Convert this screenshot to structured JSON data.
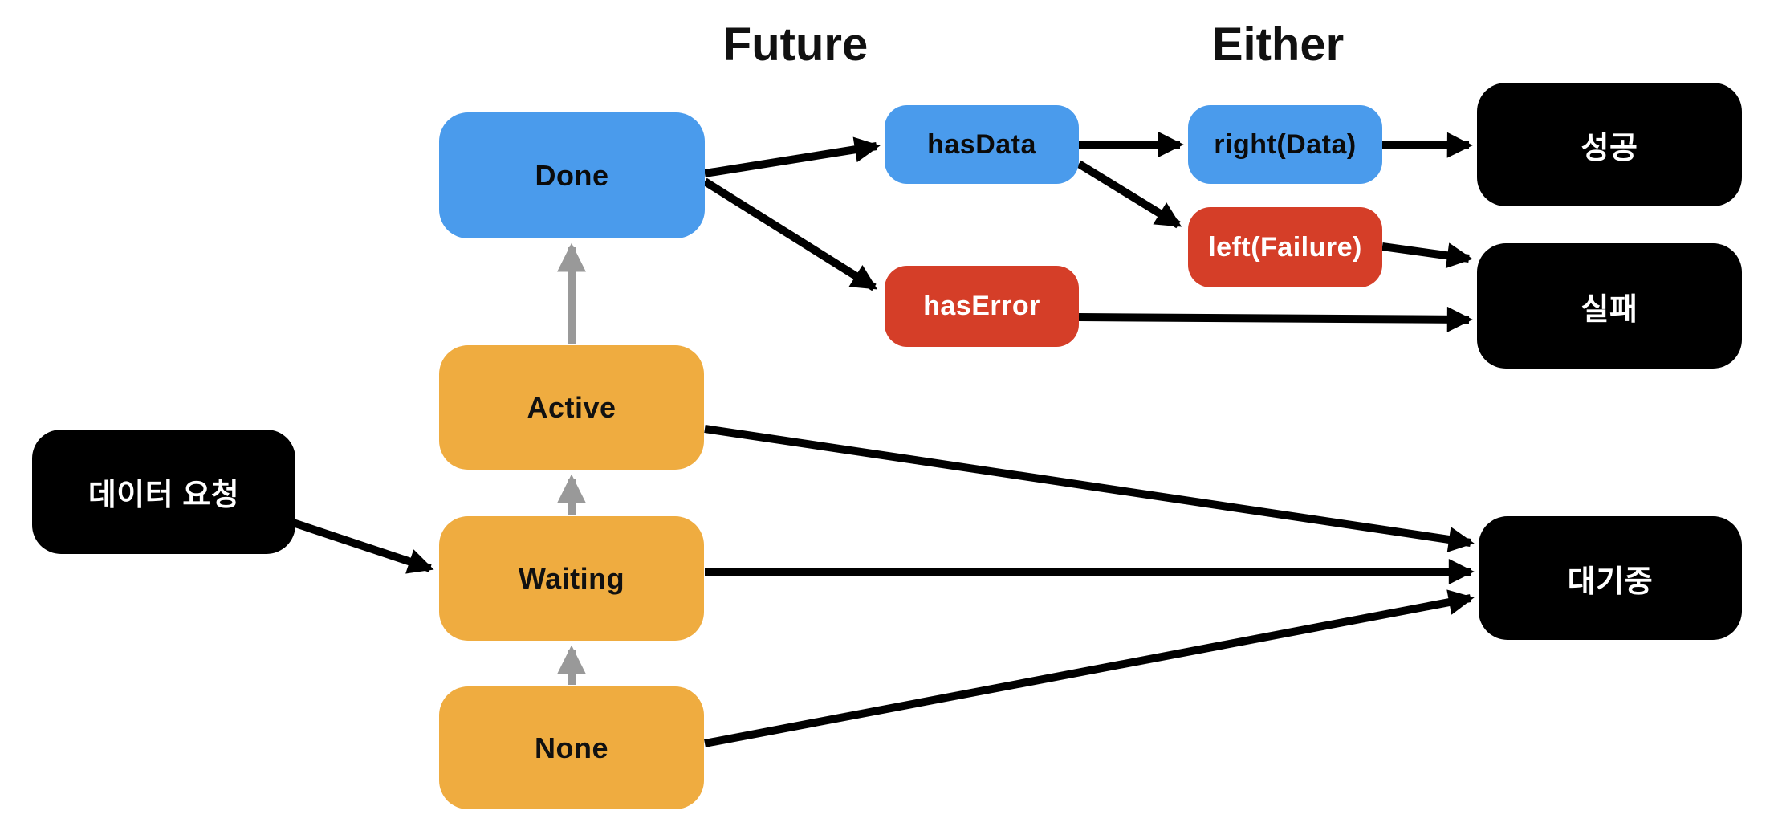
{
  "diagram": {
    "titles": {
      "future": "Future",
      "either": "Either"
    },
    "nodes": {
      "request": {
        "label": "데이터 요청",
        "color": "#000000",
        "text_color": "#ffffff"
      },
      "done": {
        "label": "Done",
        "color": "#4a9bec",
        "text_color": "#0b0b0b"
      },
      "active": {
        "label": "Active",
        "color": "#efac40",
        "text_color": "#111111"
      },
      "waiting": {
        "label": "Waiting",
        "color": "#efac40",
        "text_color": "#111111"
      },
      "none": {
        "label": "None",
        "color": "#efac40",
        "text_color": "#111111"
      },
      "hasdata": {
        "label": "hasData",
        "color": "#4a9bec",
        "text_color": "#0b0b0b"
      },
      "haserror": {
        "label": "hasError",
        "color": "#d53e28",
        "text_color": "#ffffff"
      },
      "rightdata": {
        "label": "right(Data)",
        "color": "#4a9bec",
        "text_color": "#0b0b0b"
      },
      "leftfailure": {
        "label": "left(Failure)",
        "color": "#d53e28",
        "text_color": "#ffffff"
      },
      "success": {
        "label": "성공",
        "color": "#000000",
        "text_color": "#ffffff"
      },
      "failure": {
        "label": "실패",
        "color": "#000000",
        "text_color": "#ffffff"
      },
      "pending": {
        "label": "대기중",
        "color": "#000000",
        "text_color": "#ffffff"
      }
    },
    "edges": [
      {
        "from": "데이터 요청",
        "to": "Waiting",
        "color": "black"
      },
      {
        "from": "None",
        "to": "Waiting",
        "color": "gray"
      },
      {
        "from": "Waiting",
        "to": "Active",
        "color": "gray"
      },
      {
        "from": "Active",
        "to": "Done",
        "color": "gray"
      },
      {
        "from": "Done",
        "to": "hasData",
        "color": "black"
      },
      {
        "from": "Done",
        "to": "hasError",
        "color": "black"
      },
      {
        "from": "hasData",
        "to": "right(Data)",
        "color": "black"
      },
      {
        "from": "hasData",
        "to": "left(Failure)",
        "color": "black"
      },
      {
        "from": "right(Data)",
        "to": "성공",
        "color": "black"
      },
      {
        "from": "left(Failure)",
        "to": "실패",
        "color": "black"
      },
      {
        "from": "hasError",
        "to": "실패",
        "color": "black"
      },
      {
        "from": "Active",
        "to": "대기중",
        "color": "black"
      },
      {
        "from": "Waiting",
        "to": "대기중",
        "color": "black"
      },
      {
        "from": "None",
        "to": "대기중",
        "color": "black"
      }
    ],
    "colors": {
      "blue": "#4a9bec",
      "orange": "#efac40",
      "red": "#d53e28",
      "node_black": "#000000",
      "arrow_black": "#000000",
      "arrow_gray": "#999999",
      "background": "#ffffff"
    }
  }
}
